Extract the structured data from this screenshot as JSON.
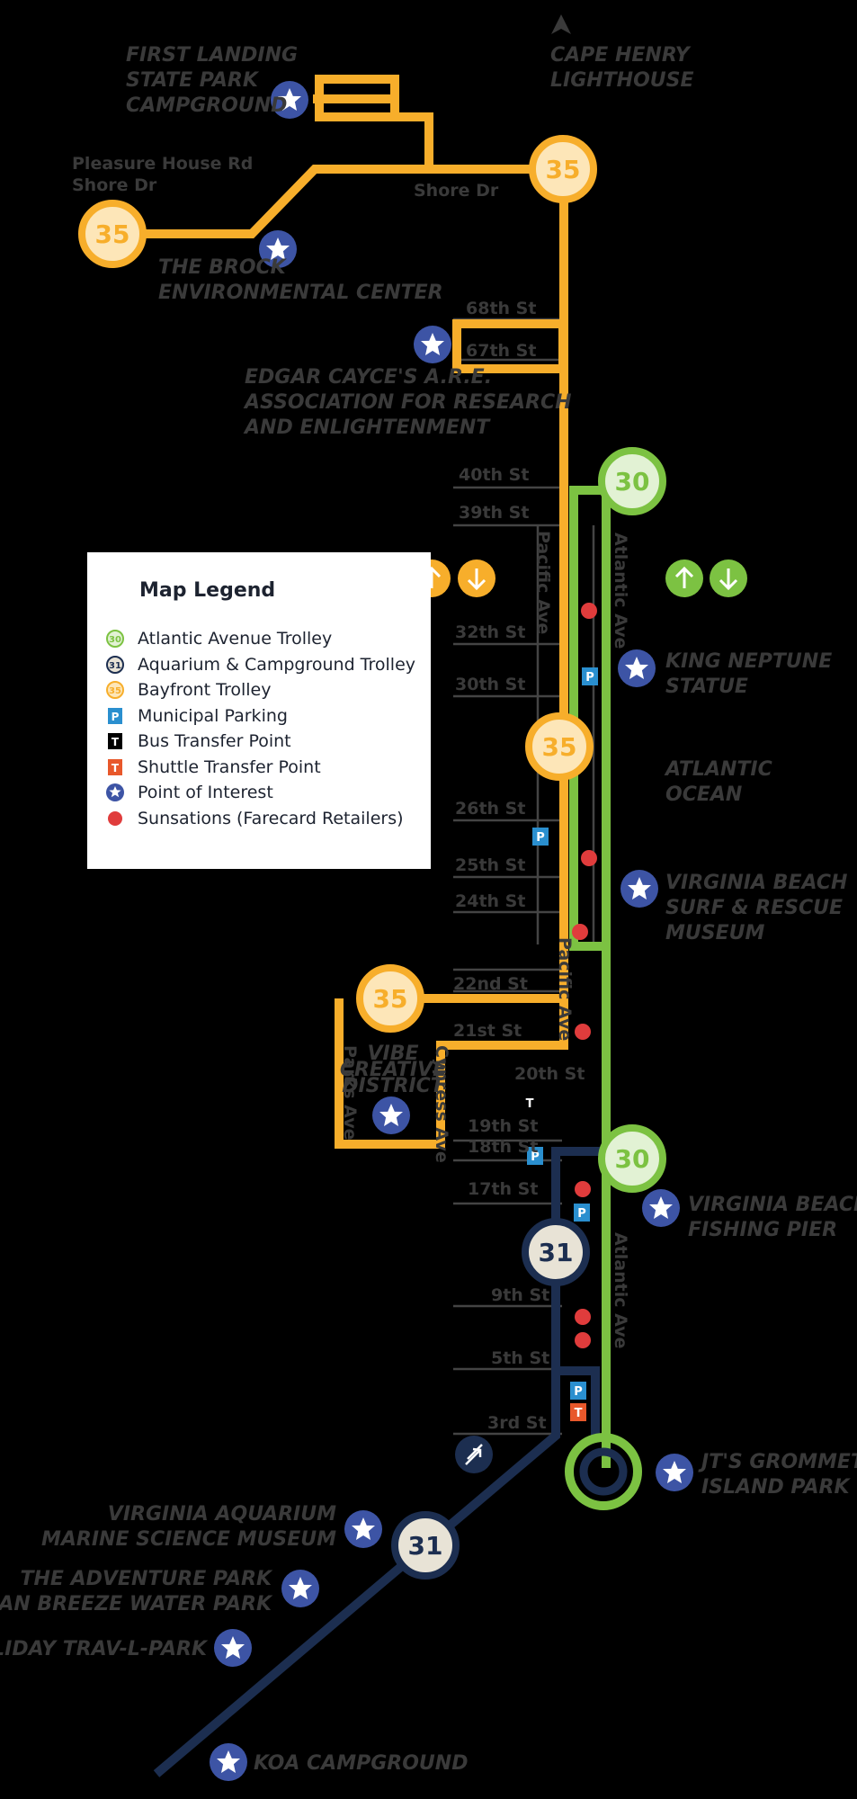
{
  "colors": {
    "background": "#000000",
    "route_30": "#7cc242",
    "route_31": "#1c2e50",
    "route_35": "#f7ae2b",
    "parking": "#2a8fcf",
    "shuttle": "#e8582b",
    "poi": "#3d54a5",
    "sunsations": "#e03c3c"
  },
  "routes": {
    "route_30": "30",
    "route_31": "31",
    "route_35": "35"
  },
  "streets": {
    "shore_dr": "Shore Dr",
    "pleasure_house": [
      "Pleasure House Rd",
      "Shore Dr"
    ],
    "s68": "68th St",
    "s67": "67th St",
    "s40": "40th St",
    "s39": "39th St",
    "s32": "32th St",
    "s30": "30th St",
    "s26": "26th St",
    "s25": "25th St",
    "s24": "24th St",
    "s22": "22nd St",
    "s21": "21st St",
    "s20": "20th St",
    "s19": "19th St",
    "s18": "18th St",
    "s17": "17th St",
    "s9": "9th St",
    "s5": "5th St",
    "s3": "3rd St",
    "pacific_ave": "Pacific Ave",
    "atlantic_ave": "Atlantic Ave",
    "parks_ave": "Parks Ave",
    "cypress_ave": "Cypress Ave"
  },
  "poi": {
    "first_landing": [
      "FIRST LANDING",
      "STATE PARK",
      "CAMPGROUND"
    ],
    "cape_henry": [
      "CAPE HENRY",
      "LIGHTHOUSE"
    ],
    "brock": [
      "THE BROCK",
      "ENVIRONMENTAL CENTER"
    ],
    "edgar_cayce": [
      "EDGAR CAYCE'S A.R.E.",
      "ASSOCIATION FOR RESEARCH",
      "AND ENLIGHTENMENT"
    ],
    "king_neptune": [
      "KING NEPTUNE",
      "STATUE"
    ],
    "atlantic_ocean": [
      "ATLANTIC",
      "OCEAN"
    ],
    "surf_rescue": [
      "VIRGINIA BEACH",
      "SURF & RESCUE",
      "MUSEUM"
    ],
    "vibe": [
      "VIBE",
      "CREATIVE",
      "DISTRICT"
    ],
    "fishing_pier": [
      "VIRGINIA BEACH",
      "FISHING PIER"
    ],
    "grommet": [
      "JT'S GROMMET",
      "ISLAND PARK"
    ],
    "aquarium": [
      "VIRGINIA AQUARIUM",
      "MARINE SCIENCE MUSEUM"
    ],
    "adventure": [
      "THE ADVENTURE PARK",
      "OCEAN BREEZE WATER PARK"
    ],
    "holiday": "HOLIDAY TRAV-L-PARK",
    "koa": "KOA CAMPGROUND"
  },
  "markers": {
    "parking": "P",
    "bus": "T",
    "shuttle": "T"
  },
  "legend": {
    "title": "Map Legend",
    "items": [
      {
        "label": "Atlantic Avenue Trolley",
        "icon": "route-30-icon",
        "symbol": "30"
      },
      {
        "label": "Aquarium & Campground Trolley",
        "icon": "route-31-icon",
        "symbol": "31"
      },
      {
        "label": "Bayfront Trolley",
        "icon": "route-35-icon",
        "symbol": "35"
      },
      {
        "label": "Municipal Parking",
        "icon": "parking-icon",
        "symbol": "P"
      },
      {
        "label": "Bus Transfer Point",
        "icon": "bus-transfer-icon",
        "symbol": "T"
      },
      {
        "label": "Shuttle Transfer Point",
        "icon": "shuttle-transfer-icon",
        "symbol": "T"
      },
      {
        "label": "Point of Interest",
        "icon": "star-icon",
        "symbol": ""
      },
      {
        "label": "Sunsations (Farecard Retailers)",
        "icon": "sunsations-dot-icon",
        "symbol": ""
      }
    ]
  }
}
